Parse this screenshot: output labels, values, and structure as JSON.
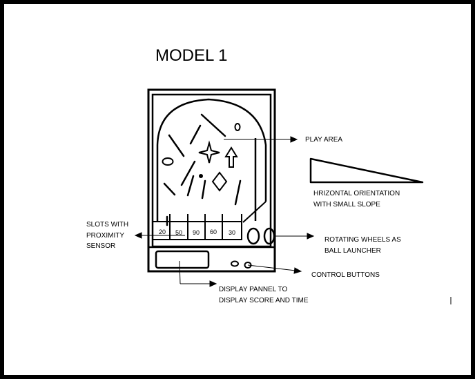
{
  "title": "MODEL 1",
  "slot_values": [
    "20",
    "50",
    "90",
    "60",
    "30"
  ],
  "labels": {
    "play_area": "PLAY AREA",
    "orientation_line1": "HRIZONTAL ORIENTATION",
    "orientation_line2": "WITH SMALL SLOPE",
    "slots_line1": "SLOTS WITH",
    "slots_line2": "PROXIMITY",
    "slots_line3": "SENSOR",
    "wheels_line1": "ROTATING WHEELS AS",
    "wheels_line2": "BALL LAUNCHER",
    "buttons": "CONTROL BUTTONS",
    "display_line1": "DISPLAY PANNEL TO",
    "display_line2": "DISPLAY SCORE AND TIME"
  },
  "colors": {
    "ink": "#000000",
    "background": "#ffffff"
  }
}
